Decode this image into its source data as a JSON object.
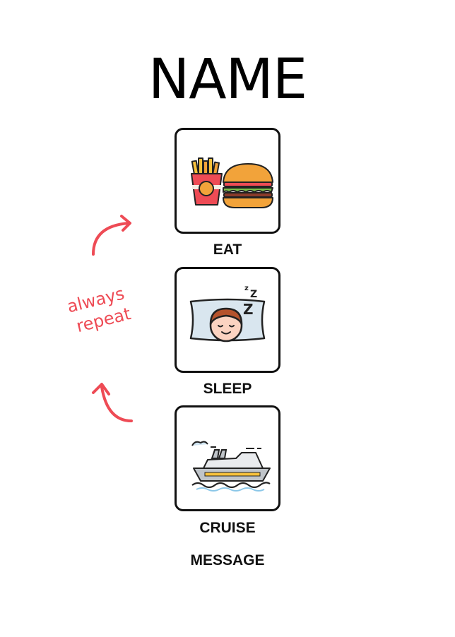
{
  "title": "NAME",
  "cards": [
    {
      "label": "EAT",
      "icon": "fries-burger-icon"
    },
    {
      "label": "SLEEP",
      "icon": "sleeping-person-icon"
    },
    {
      "label": "CRUISE",
      "icon": "cruise-ship-icon"
    }
  ],
  "message": "MESSAGE",
  "annotation": {
    "line1": "always",
    "line2": "repeat",
    "color": "#ee4b55"
  }
}
